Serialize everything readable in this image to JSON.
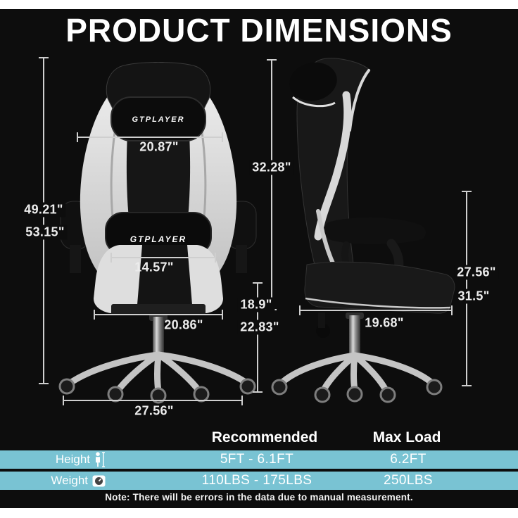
{
  "title": "PRODUCT DIMENSIONS",
  "brand": "GTPLAYER",
  "colors": {
    "background": "#0d0d0d",
    "accent_teal": "#79c3d3",
    "text": "#ffffff"
  },
  "dims": {
    "back_width": "20.87\"",
    "overall_height_min": "49.21\"",
    "overall_height_max": "53.15\"",
    "backrest_height": "32.28\"",
    "cushion_width": "14.57\"",
    "seat_height_min": "18.9\"",
    "seat_height_max": "22.83\"",
    "seat_width_total": "20.86\"",
    "seat_depth": "19.68\"",
    "armrest_height_min": "27.56\"",
    "armrest_height_max": "31.5\"",
    "base_width": "27.56\""
  },
  "table": {
    "headers": {
      "recommended": "Recommended",
      "max_load": "Max Load"
    },
    "rows": [
      {
        "label": "Height",
        "icon": "person-height-icon",
        "recommended": "5FT - 6.1FT",
        "max_load": "6.2FT"
      },
      {
        "label": "Weight",
        "icon": "weight-scale-icon",
        "recommended": "110LBS - 175LBS",
        "max_load": "250LBS"
      }
    ],
    "note": "Note: There will be errors in the data due to manual measurement."
  }
}
